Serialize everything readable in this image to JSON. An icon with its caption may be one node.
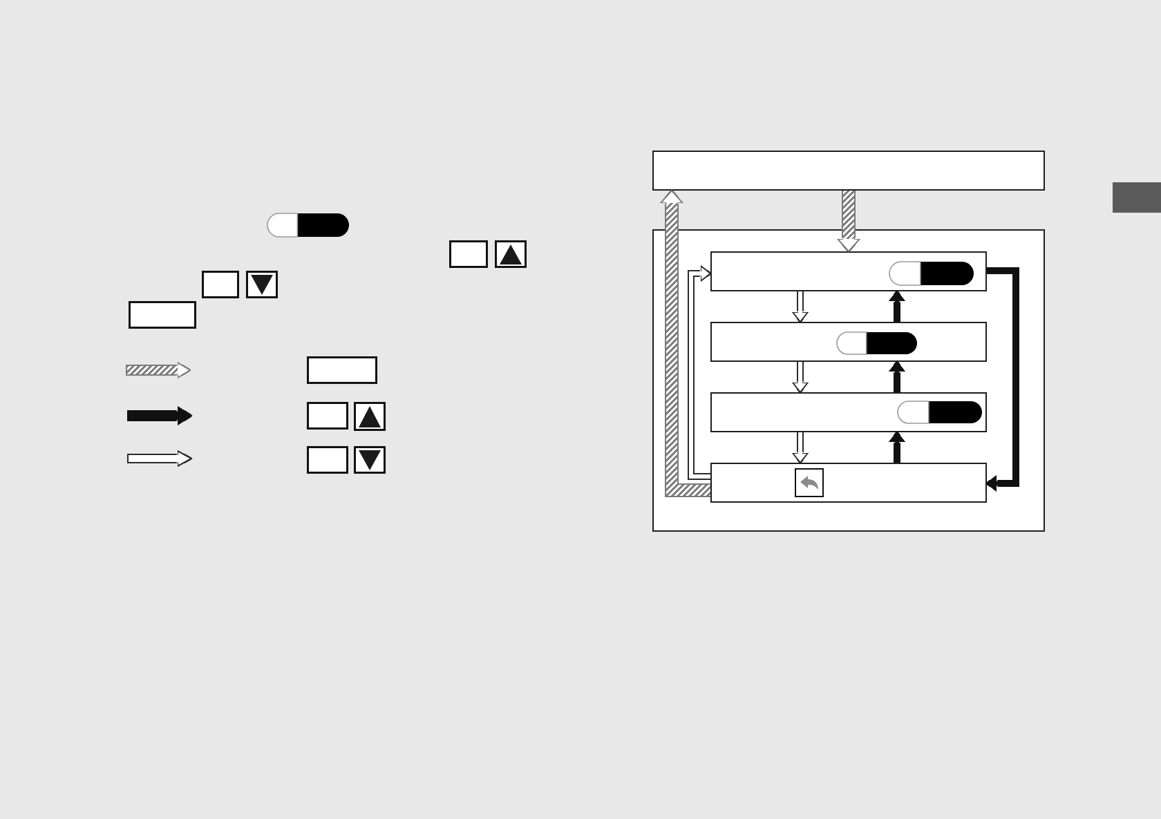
{
  "diagram": {
    "nodes": [
      {
        "text": [],
        "shape": "box"
      },
      {
        "text": [],
        "shape": "box"
      },
      {
        "text": [],
        "shape": "box",
        "in": 1
      },
      {
        "text": [],
        "shape": "box",
        "in": 1
      },
      {
        "text": [],
        "shape": "box",
        "in": 1
      },
      {
        "text": [],
        "shape": "box",
        "in": 1
      }
    ],
    "edges": [
      {
        "from": 0,
        "to": 2,
        "arrow": "to",
        "style": "thick",
        "color": "#7a7a7a"
      },
      {
        "from": 5,
        "to": 0,
        "arrow": "to",
        "style": "thick",
        "color": "#7a7a7a"
      },
      {
        "from": 5,
        "to": 2,
        "arrow": "to"
      },
      {
        "from": 2,
        "to": 3,
        "arrow": "to"
      },
      {
        "from": 3,
        "to": 4,
        "arrow": "to"
      },
      {
        "from": 4,
        "to": 5,
        "arrow": "to"
      },
      {
        "from": 3,
        "to": 2,
        "arrow": "to",
        "color": "#111111"
      },
      {
        "from": 4,
        "to": 3,
        "arrow": "to",
        "color": "#111111"
      },
      {
        "from": 5,
        "to": 4,
        "arrow": "to",
        "color": "#111111"
      },
      {
        "from": 2,
        "to": 5,
        "arrow": "to",
        "color": "#111111"
      }
    ]
  }
}
